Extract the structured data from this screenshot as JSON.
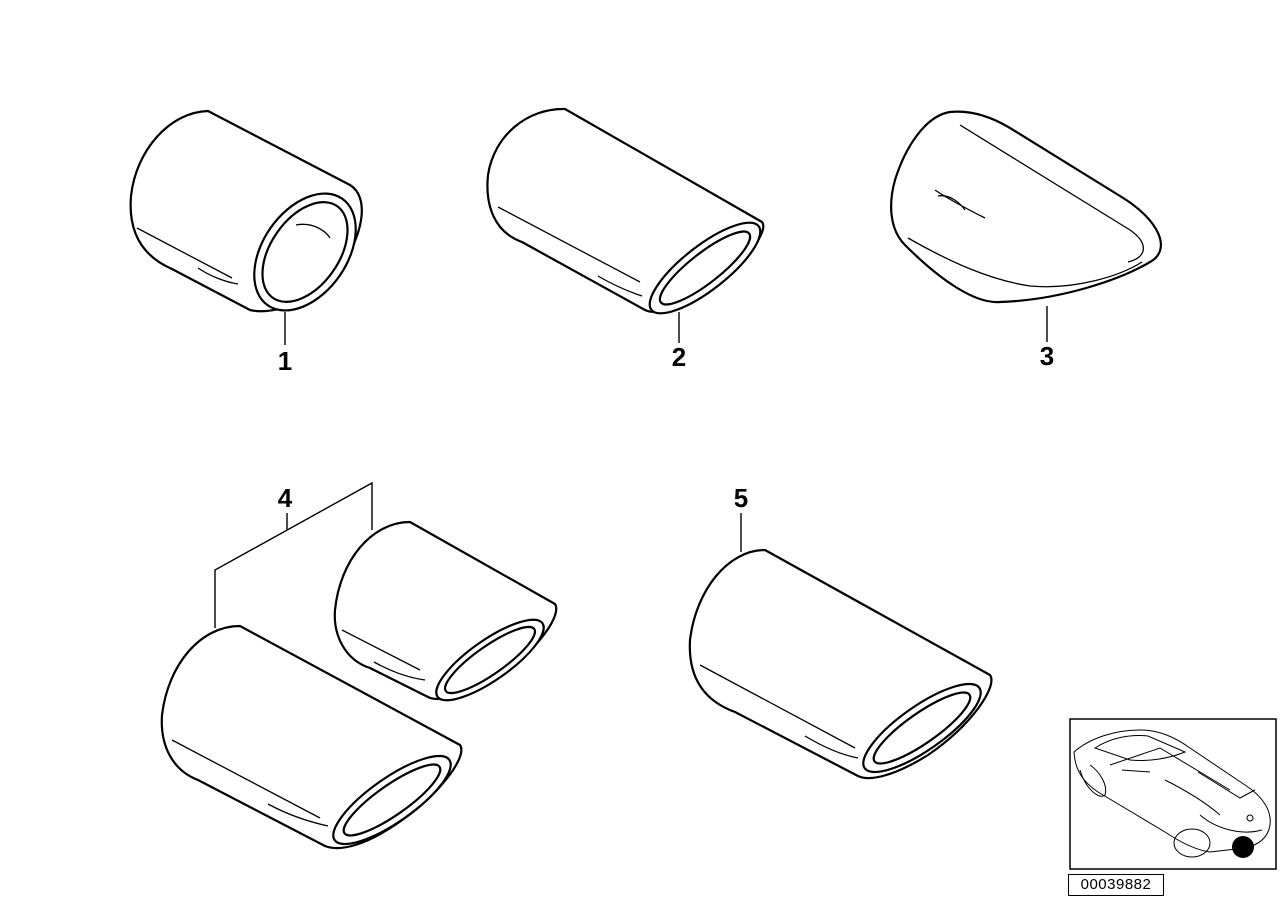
{
  "diagram": {
    "diagram_number": "00039882",
    "parts": [
      {
        "callout": "1"
      },
      {
        "callout": "2"
      },
      {
        "callout": "3"
      },
      {
        "callout": "4"
      },
      {
        "callout": "5"
      }
    ]
  },
  "colors": {
    "line": "#000000",
    "background": "#ffffff",
    "marker": "#000000"
  }
}
